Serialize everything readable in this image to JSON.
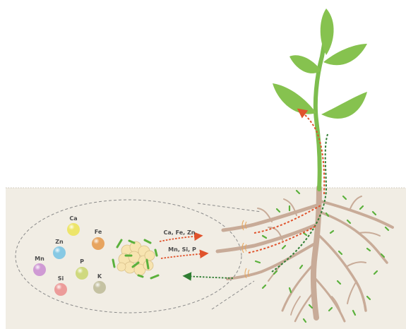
{
  "colors": {
    "soil": "#f1ede4",
    "root": "#c8ab98",
    "stem": "#7dbd4e",
    "leaf": "#86c24f",
    "microbe": "#5bb13c",
    "arrow_up": "#e0532c",
    "arrow_down": "#2f7d32",
    "cluster": "#f7e4b0",
    "outline": "#8a8a8a"
  },
  "nutrients": [
    {
      "label": "Ca",
      "color": "#ede56a"
    },
    {
      "label": "Fe",
      "color": "#e7a45f"
    },
    {
      "label": "Zn",
      "color": "#87c9e4"
    },
    {
      "label": "Mn",
      "color": "#cf9ad4"
    },
    {
      "label": "P",
      "color": "#cfd97f"
    },
    {
      "label": "Si",
      "color": "#ec9c9a"
    },
    {
      "label": "K",
      "color": "#c5c2a2"
    }
  ],
  "flows": [
    {
      "label": "Ca, Fe, Zn",
      "direction": "to-root"
    },
    {
      "label": "Mn, Si, P",
      "direction": "to-root"
    },
    {
      "label": "",
      "direction": "from-root"
    }
  ]
}
